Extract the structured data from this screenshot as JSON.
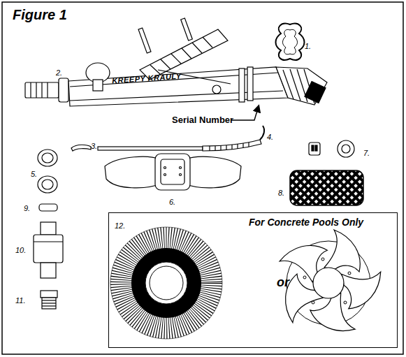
{
  "diagram": {
    "title": "Figure 1",
    "nodes": [
      {
        "text": [
          "12.",
          "For Concrete Pools Only",
          "or"
        ]
      }
    ],
    "labels": [
      "1.",
      "2.",
      "KREEPY KRAULY",
      "Serial Number",
      "3.",
      "4.",
      "5.",
      "6.",
      "7.",
      "8.",
      "9.",
      "10.",
      "11."
    ]
  }
}
